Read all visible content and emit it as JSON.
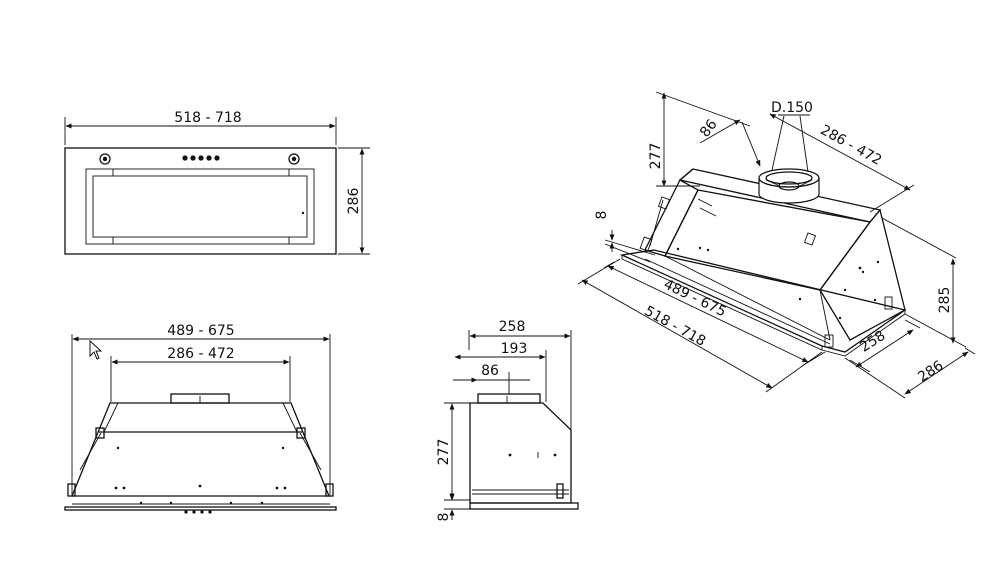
{
  "front_view": {
    "width_label": "518 - 718",
    "height_label": "286"
  },
  "bottom_view": {
    "outer_width_label": "489 - 675",
    "inner_width_label": "286 - 472"
  },
  "side_view": {
    "depth_label": "258",
    "inner_depth_label": "193",
    "collar_label": "86",
    "height_label": "277",
    "flange_label": "8"
  },
  "iso_view": {
    "duct_label": "D.150",
    "collar_label": "86",
    "height_label": "277",
    "inner_width_label": "286 - 472",
    "flange_label": "8",
    "outer_width_label": "489 - 675",
    "panel_width_label": "518 - 718",
    "body_height_label": "285",
    "depth_label": "258",
    "panel_depth_label": "286"
  },
  "cursor": {
    "icon": "mouse-pointer-icon"
  }
}
